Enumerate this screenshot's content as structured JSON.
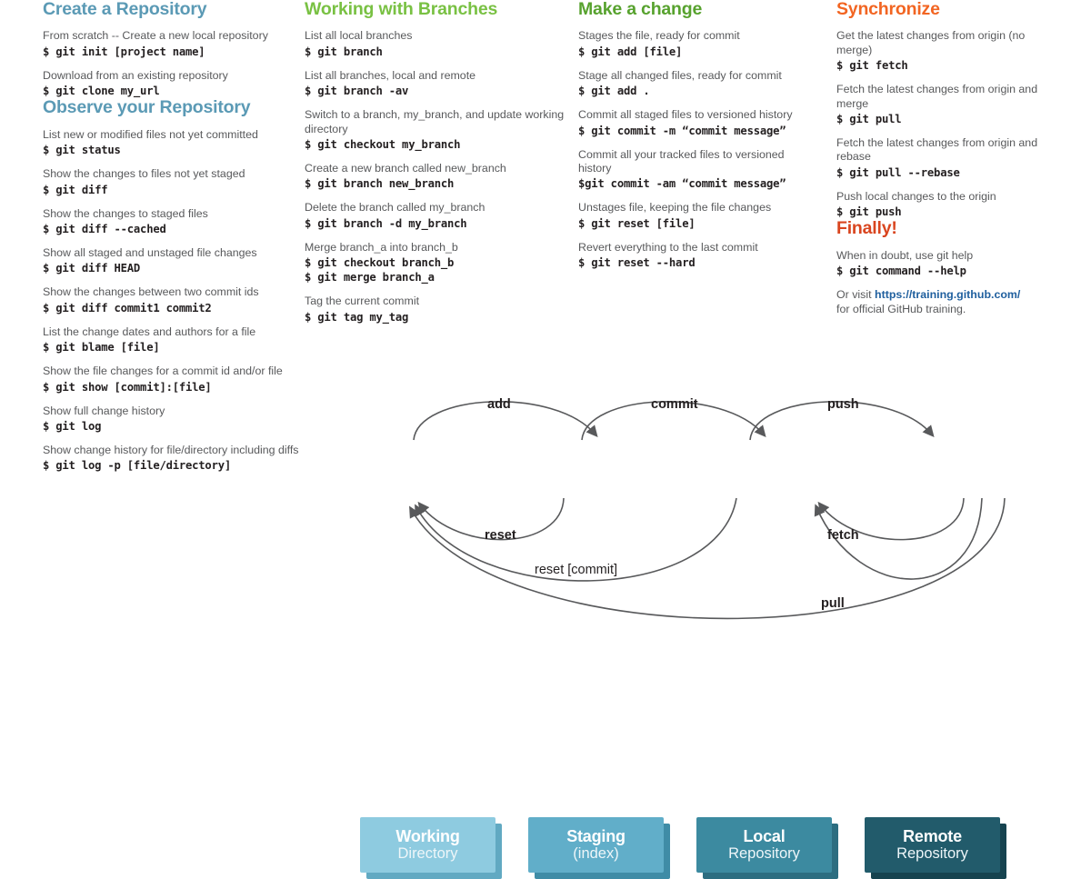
{
  "columns": [
    {
      "id": "col-1",
      "sections": [
        {
          "title": "Create a Repository",
          "color": "#5b9ab5",
          "entries": [
            {
              "desc": "From scratch -- Create a new local repository",
              "cmds": [
                "$ git init [project name]"
              ]
            },
            {
              "desc": "Download from an existing repository",
              "cmds": [
                "$ git clone my_url"
              ]
            }
          ]
        },
        {
          "title": "Observe your Repository",
          "color": "#5b9ab5",
          "entries": [
            {
              "desc": "List new or modified files not yet committed",
              "cmds": [
                "$ git status"
              ]
            },
            {
              "desc": "Show the changes to files not yet staged",
              "cmds": [
                "$ git diff"
              ]
            },
            {
              "desc": "Show the changes to staged files",
              "cmds": [
                "$ git diff --cached"
              ]
            },
            {
              "desc": "Show all staged and unstaged file changes",
              "cmds": [
                "$ git diff HEAD"
              ]
            },
            {
              "desc": "Show the changes between two commit ids",
              "cmds": [
                "$ git diff commit1 commit2"
              ]
            },
            {
              "desc": "List the change dates and authors for a file",
              "cmds": [
                "$ git blame [file]"
              ]
            },
            {
              "desc": "Show the file changes for a commit id and/or file",
              "cmds": [
                "$ git show [commit]:[file]"
              ]
            },
            {
              "desc": "Show full change history",
              "cmds": [
                "$ git log"
              ]
            },
            {
              "desc": "Show change history for file/directory including diffs",
              "cmds": [
                "$ git log -p [file/directory]"
              ]
            }
          ]
        }
      ]
    },
    {
      "id": "col-2",
      "sections": [
        {
          "title": "Working with Branches",
          "color": "#79c143",
          "entries": [
            {
              "desc": "List all local branches",
              "cmds": [
                "$ git branch"
              ]
            },
            {
              "desc": "List all branches, local and remote",
              "cmds": [
                "$ git branch -av"
              ]
            },
            {
              "desc": "Switch to a branch, my_branch, and update working directory",
              "cmds": [
                "$ git checkout my_branch"
              ]
            },
            {
              "desc": "Create a new branch called new_branch",
              "cmds": [
                "$ git branch new_branch"
              ]
            },
            {
              "desc": "Delete the branch called my_branch",
              "cmds": [
                "$ git branch -d my_branch"
              ]
            },
            {
              "desc": "Merge branch_a into branch_b",
              "cmds": [
                "$ git checkout branch_b",
                "$ git merge branch_a"
              ]
            },
            {
              "desc": "Tag the current commit",
              "cmds": [
                "$ git tag my_tag"
              ]
            }
          ]
        }
      ]
    },
    {
      "id": "col-3",
      "sections": [
        {
          "title": "Make a change",
          "color": "#57a22e",
          "entries": [
            {
              "desc": "Stages the file, ready for commit",
              "cmds": [
                "$ git add [file]"
              ]
            },
            {
              "desc": "Stage all changed files, ready for commit",
              "cmds": [
                "$ git add ."
              ]
            },
            {
              "desc": "Commit all staged files to versioned history",
              "cmds": [
                "$ git commit -m “commit message”"
              ]
            },
            {
              "desc": "Commit all your tracked files to versioned history",
              "cmds": [
                "$git commit -am “commit message”"
              ]
            },
            {
              "desc": "Unstages file, keeping the file changes",
              "cmds": [
                "$ git reset [file]"
              ]
            },
            {
              "desc": "Revert everything to the last commit",
              "cmds": [
                "$ git reset --hard"
              ]
            }
          ]
        }
      ]
    },
    {
      "id": "col-4",
      "sections": [
        {
          "title": "Synchronize",
          "color": "#f26522",
          "entries": [
            {
              "desc": "Get the latest changes from origin (no merge)",
              "cmds": [
                "$ git fetch"
              ]
            },
            {
              "desc": "Fetch the latest changes from origin and merge",
              "cmds": [
                "$ git pull"
              ]
            },
            {
              "desc": "Fetch the latest changes from origin and rebase",
              "cmds": [
                "$ git pull --rebase"
              ]
            },
            {
              "desc": "Push local changes to the origin",
              "cmds": [
                "$ git push"
              ]
            }
          ]
        },
        {
          "title": "Finally!",
          "color": "#d9451f",
          "entries": [
            {
              "desc": "When in doubt, use git help",
              "cmds": [
                "$ git command --help"
              ]
            }
          ],
          "footer": {
            "prefix": "Or visit ",
            "link": "https://training.github.com/",
            "suffix": "for official GitHub training."
          }
        }
      ]
    }
  ],
  "diagram": {
    "nodes": [
      {
        "title": "Working",
        "subtitle": "Directory",
        "face": "#8ecbe0",
        "shadow": "#61a9c2"
      },
      {
        "title": "Staging",
        "subtitle": "(index)",
        "face": "#61aec9",
        "shadow": "#3f8ca6"
      },
      {
        "title": "Local",
        "subtitle": "Repository",
        "face": "#3c8aa0",
        "shadow": "#2c6d80"
      },
      {
        "title": "Remote",
        "subtitle": "Repository",
        "face": "#225b6b",
        "shadow": "#16434f"
      }
    ],
    "arrows": [
      {
        "label": "add",
        "bold": true
      },
      {
        "label": "commit",
        "bold": true
      },
      {
        "label": "push",
        "bold": true
      },
      {
        "label": "reset",
        "bold": true
      },
      {
        "label": "fetch",
        "bold": true
      },
      {
        "label": "reset [commit]",
        "bold": false
      },
      {
        "label": "pull",
        "bold": true
      }
    ],
    "stroke": "#58595b"
  }
}
